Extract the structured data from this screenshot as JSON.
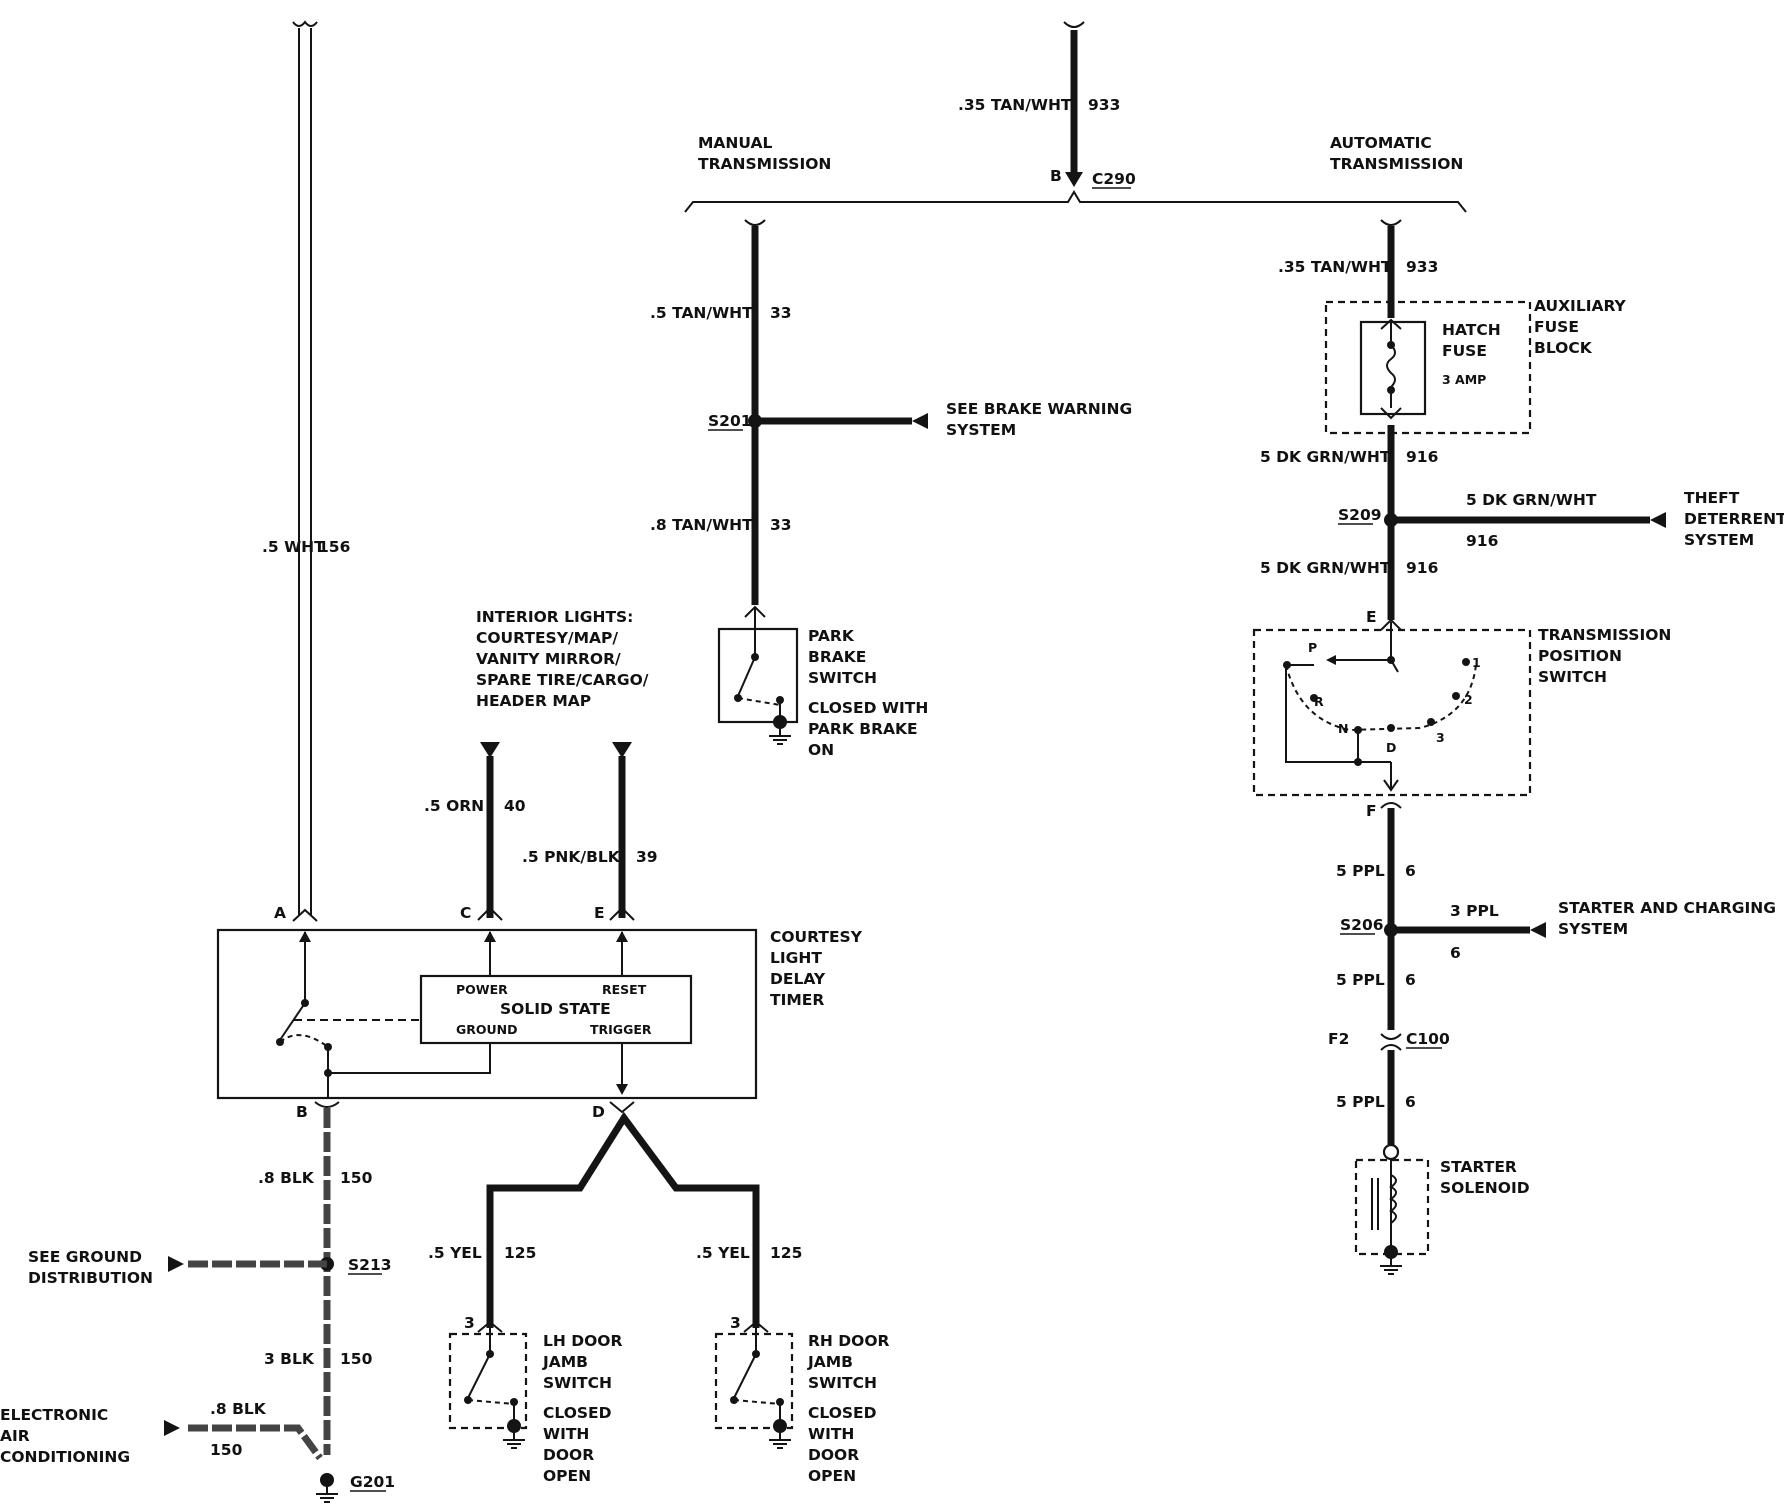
{
  "wire_156": {
    "gauge": ".5 WHT",
    "circuit": "156"
  },
  "feed_933_top": {
    "gauge": ".35 TAN/WHT",
    "circuit": "933"
  },
  "connector_c290": {
    "pin": "B",
    "name": "C290"
  },
  "branch_manual": "MANUAL TRANSMISSION",
  "branch_automatic": "AUTOMATIC TRANSMISSION",
  "wire_33_upper": {
    "gauge": ".5 TAN/WHT",
    "circuit": "33"
  },
  "splice_s201": "S201",
  "see_brake_warning": "SEE BRAKE WARNING SYSTEM",
  "wire_33_lower": {
    "gauge": ".8 TAN/WHT",
    "circuit": "33"
  },
  "park_brake_switch": {
    "name": "PARK BRAKE SWITCH",
    "note": "CLOSED WITH PARK BRAKE ON"
  },
  "wire_933_fuse": {
    "gauge": ".35 TAN/WHT",
    "circuit": "933"
  },
  "fuse_block": "AUXILIARY FUSE BLOCK",
  "hatch_fuse": {
    "name": "HATCH FUSE",
    "rating": "3 AMP"
  },
  "wire_916_a": {
    "gauge": "5 DK GRN/WHT",
    "circuit": "916"
  },
  "splice_s209": "S209",
  "wire_916_theft": {
    "gauge": "5 DK GRN/WHT",
    "circuit": "916"
  },
  "theft_deterrent": "THEFT DETERRENT SYSTEM",
  "wire_916_b": {
    "gauge": "5 DK GRN/WHT",
    "circuit": "916"
  },
  "trans_switch": {
    "name": "TRANSMISSION POSITION SWITCH",
    "pin_in": "E",
    "pin_out": "F",
    "positions": [
      "P",
      "R",
      "N",
      "D",
      "3",
      "2",
      "1"
    ]
  },
  "wire_6_a": {
    "gauge": "5 PPL",
    "circuit": "6"
  },
  "splice_s206": "S206",
  "wire_6_starter_sys": {
    "gauge": "3 PPL",
    "circuit": "6"
  },
  "starter_charging": "STARTER AND CHARGING SYSTEM",
  "wire_6_b": {
    "gauge": "5 PPL",
    "circuit": "6"
  },
  "connector_c100": {
    "pin": "F2",
    "name": "C100"
  },
  "wire_6_c": {
    "gauge": "5 PPL",
    "circuit": "6"
  },
  "starter_solenoid": "STARTER SOLENOID",
  "interior_lights": "INTERIOR LIGHTS: COURTESY/MAP/ VANITY MIRROR/ SPARE TIRE/CARGO/ HEADER MAP",
  "wire_40": {
    "gauge": ".5 ORN",
    "circuit": "40"
  },
  "wire_39": {
    "gauge": ".5 PNK/BLK",
    "circuit": "39"
  },
  "timer": {
    "name": "COURTESY LIGHT DELAY TIMER",
    "pins": [
      "A",
      "C",
      "E",
      "B",
      "D"
    ],
    "solid_state": "SOLID STATE",
    "power": "POWER",
    "reset": "RESET",
    "ground": "GROUND",
    "trigger": "TRIGGER"
  },
  "wire_150_a": {
    "gauge": ".8 BLK",
    "circuit": "150"
  },
  "splice_s213": "S213",
  "see_ground": "SEE GROUND DISTRIBUTION",
  "wire_150_b": {
    "gauge": "3 BLK",
    "circuit": "150"
  },
  "electronic_ac": "ELECTRONIC AIR CONDITIONING",
  "wire_150_ac": {
    "gauge": ".8 BLK",
    "circuit": "150"
  },
  "ground_g201": "G201",
  "wire_125_lh": {
    "gauge": ".5 YEL",
    "circuit": "125"
  },
  "wire_125_rh": {
    "gauge": ".5 YEL",
    "circuit": "125"
  },
  "lh_switch": {
    "pin": "3",
    "name": "LH DOOR JAMB SWITCH",
    "note": "CLOSED WITH DOOR OPEN"
  },
  "rh_switch": {
    "pin": "3",
    "name": "RH DOOR JAMB SWITCH",
    "note": "CLOSED WITH DOOR OPEN"
  }
}
